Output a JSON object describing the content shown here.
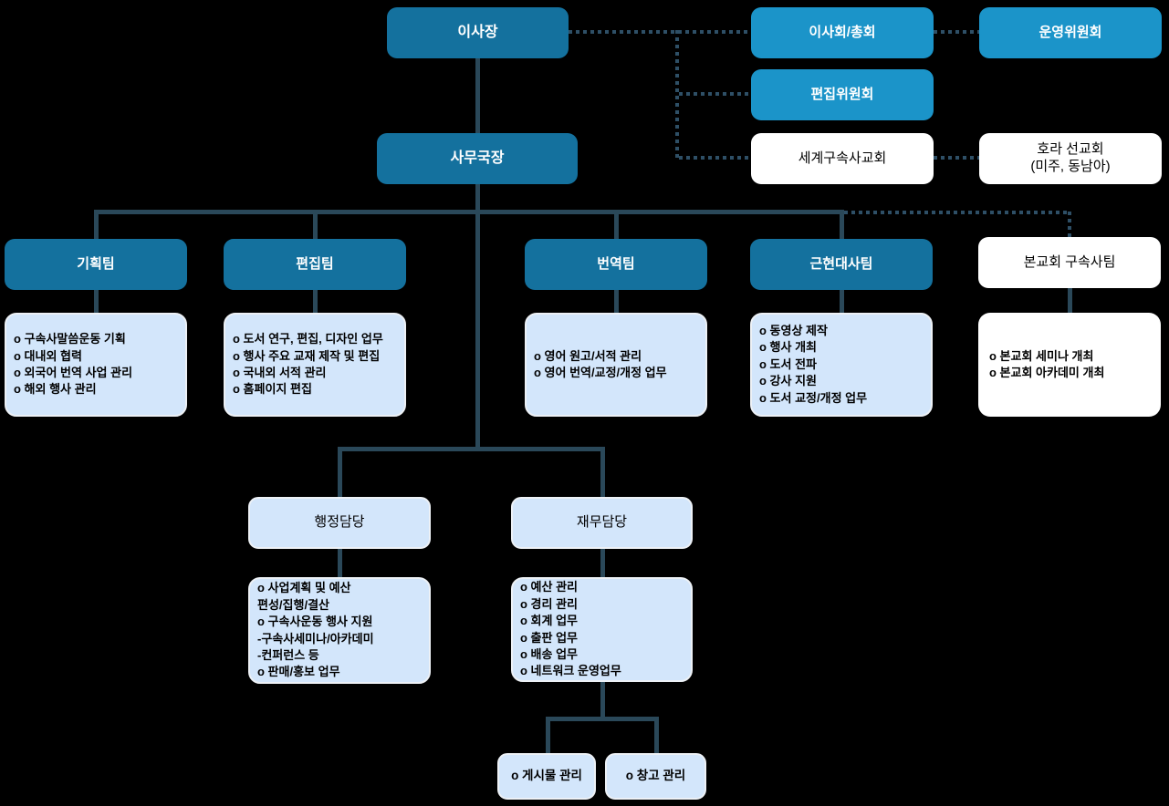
{
  "palette": {
    "dark_box": "#14719E",
    "blue_box": "#1B94C9",
    "light_box": "#D3E6FB",
    "white_box": "#FFFFFF",
    "connector_solid": "#2A4859",
    "connector_dotted": "#2E4F66",
    "background": "#000000"
  },
  "nodes": {
    "chairman": {
      "label": "이사장"
    },
    "secretary_general": {
      "label": "사무국장"
    },
    "board_assembly": {
      "label": "이사회/총회"
    },
    "steering_committee": {
      "label": "운영위원회"
    },
    "editorial_committee": {
      "label": "편집위원회"
    },
    "world_church": {
      "label": "세계구속사교회"
    },
    "hora_mission": {
      "label": "호라 선교회\n(미주, 동남아)"
    },
    "planning_team": {
      "label": "기획팀",
      "duties": [
        "o 구속사말씀운동 기획",
        "o 대내외 협력",
        "o 외국어 번역 사업 관리",
        "o 해외 행사 관리"
      ]
    },
    "editing_team": {
      "label": "편집팀",
      "duties": [
        "o 도서 연구, 편집, 디자인 업무",
        "o 행사 주요 교재 제작 및 편집",
        "o 국내외 서적 관리",
        "o 홈페이지 편집"
      ]
    },
    "translation_team": {
      "label": "번역팀",
      "duties": [
        "o 영어 원고/서적 관리",
        "o 영어 번역/교정/개정 업무"
      ]
    },
    "modern_history_team": {
      "label": "근현대사팀",
      "duties": [
        "o 동영상 제작",
        "o 행사 개최",
        "o 도서 전파",
        "o 강사 지원",
        "o 도서 교정/개정 업무"
      ]
    },
    "main_church_team": {
      "label": "본교회 구속사팀",
      "duties": [
        "o 본교회 세미나 개최",
        "o 본교회 아카데미 개최"
      ]
    },
    "admin_staff": {
      "label": "행정담당",
      "duties": [
        "o 사업계획 및 예산",
        "   편성/집행/결산",
        "o 구속사운동 행사 지원",
        " -구속사세미나/아카데미",
        " -컨퍼런스 등",
        "o 판매/홍보 업무"
      ]
    },
    "finance_staff": {
      "label": "재무담당",
      "duties": [
        "o 예산 관리",
        "o 경리 관리",
        "o 회계 업무",
        "o 출판 업무",
        "o 배송 업무",
        "o 네트워크 운영업무"
      ]
    },
    "posts_mgmt": {
      "label": "o 게시물 관리"
    },
    "warehouse_mgmt": {
      "label": "o 창고 관리"
    }
  }
}
